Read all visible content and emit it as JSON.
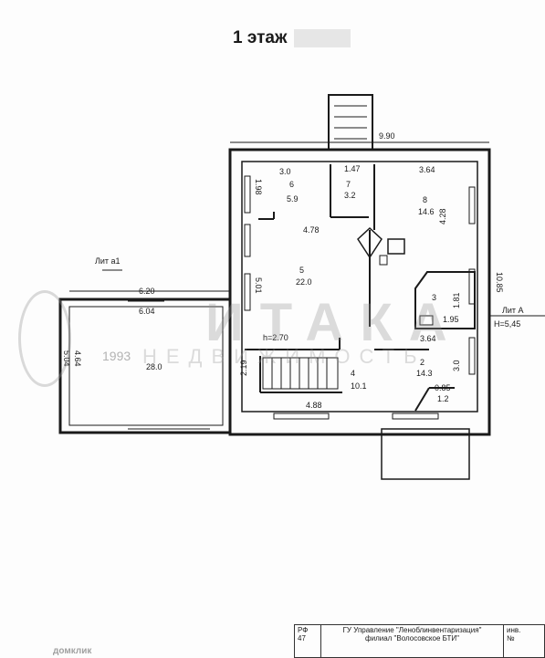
{
  "title": "1 этаж",
  "lit_a1": "Лит а1",
  "lit_a": "Лит А",
  "height_total": "Н=5,45",
  "ceiling_height": "h=2.70",
  "watermark": {
    "big": "ИТАКА",
    "small": "НЕДВИЖИМОСТЬ",
    "year": "1993"
  },
  "footer_brand": "домклик",
  "rooms": [
    {
      "num": "6",
      "area": "5.9"
    },
    {
      "num": "7",
      "area": "3.2"
    },
    {
      "num": "8",
      "area": "14.6"
    },
    {
      "num": "5",
      "area": "22.0"
    },
    {
      "num": "3",
      "area": ""
    },
    {
      "num": "4",
      "area": "10.1"
    },
    {
      "num": "2",
      "area": "14.3"
    },
    {
      "num": "",
      "area": "1.2"
    },
    {
      "num": "",
      "area": "28.0"
    }
  ],
  "dims": {
    "d990": "9.90",
    "d300": "3.0",
    "d147": "1.47",
    "d364a": "3.64",
    "d198": "1.98",
    "d478": "4.78",
    "d428": "4.28",
    "d1085": "10.85",
    "d501": "5.01",
    "d181": "1.81",
    "d195": "1.95",
    "d364b": "3.64",
    "d300b": "3.0",
    "d219": "2.19",
    "d488": "4.88",
    "d085": "0.85",
    "d620": "6.20",
    "d604": "6.04",
    "d504": "5.04",
    "d464": "4.64"
  },
  "stamp": {
    "rf": "РФ",
    "rf_num": "47",
    "org_line1": "ГУ Управление \"Леноблинвентаризация\"",
    "org_line2": "филиал \"Волосовское БТИ\"",
    "inv": "инв.",
    "num": "№"
  }
}
